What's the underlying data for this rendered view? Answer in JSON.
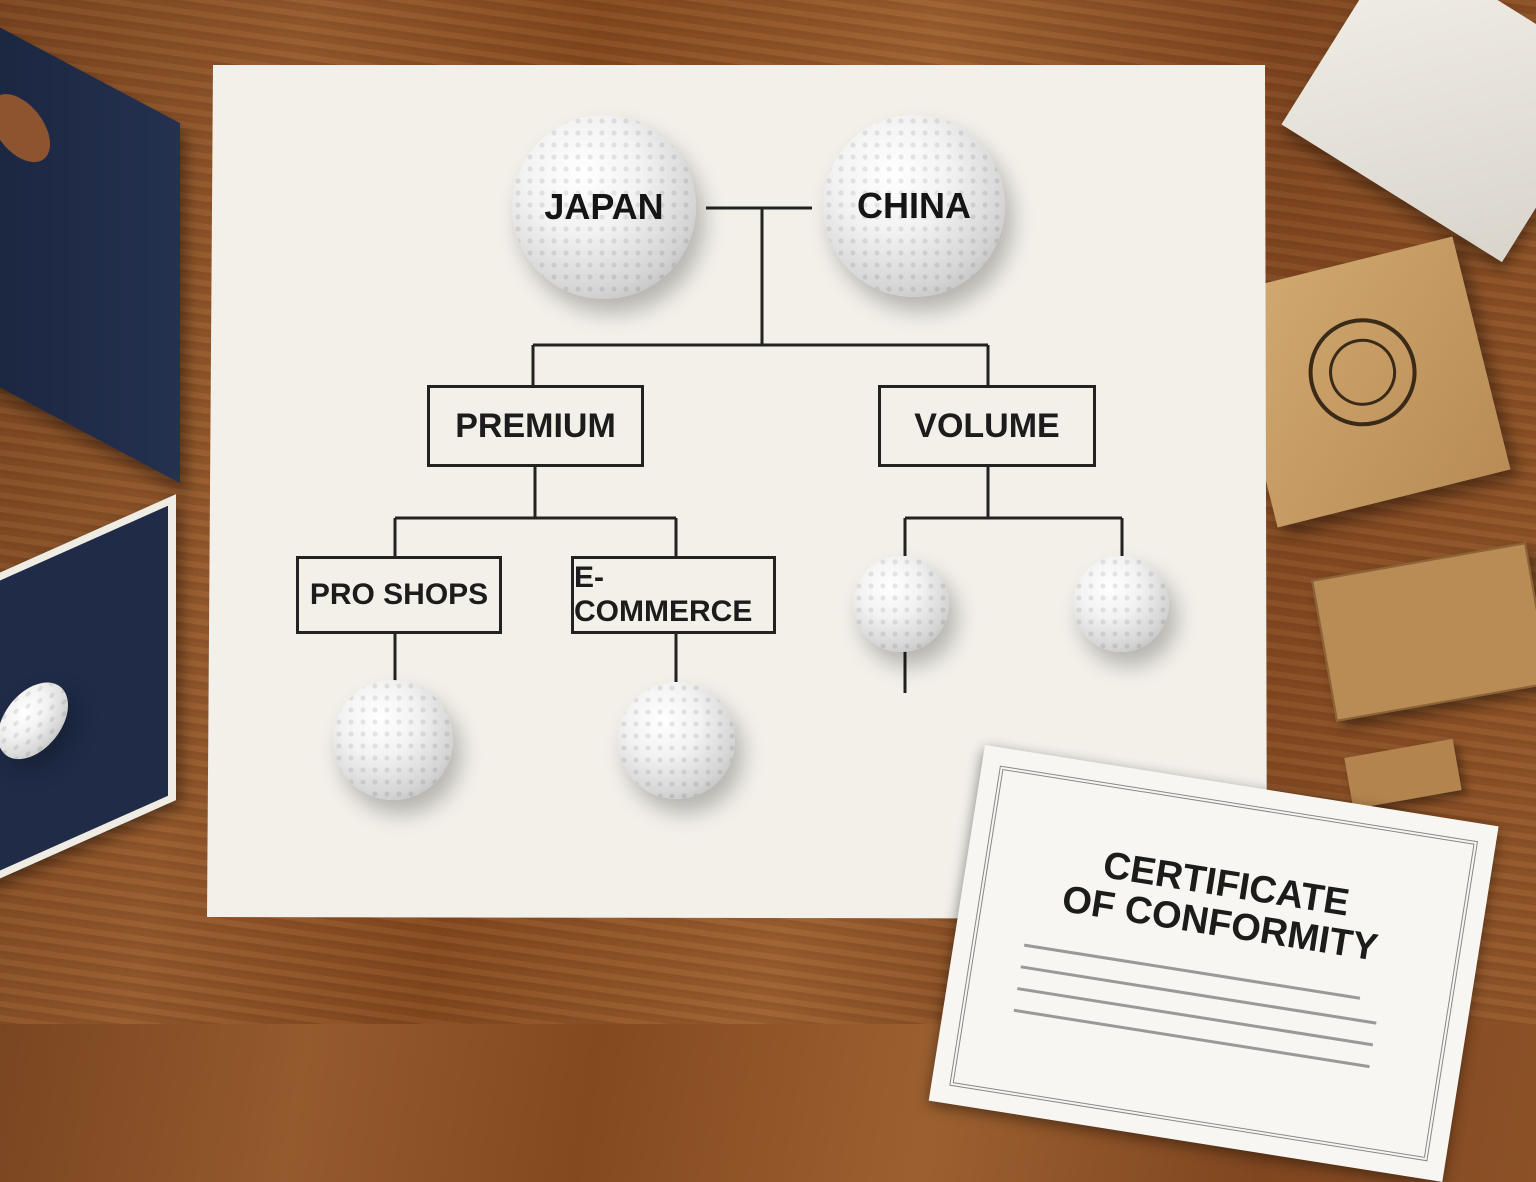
{
  "diagram": {
    "origins": [
      "JAPAN",
      "CHINA"
    ],
    "segments": [
      "PREMIUM",
      "VOLUME"
    ],
    "channels": [
      "PRO SHOPS",
      "E-COMMERCE"
    ]
  },
  "certificate": {
    "title_line1": "CERTIFICATE",
    "title_line2": "OF CONFORMITY"
  },
  "colors": {
    "wood": "#8b4f26",
    "paper": "#f3f0ea",
    "navy": "#1e2a44",
    "kraft": "#c49a62"
  }
}
